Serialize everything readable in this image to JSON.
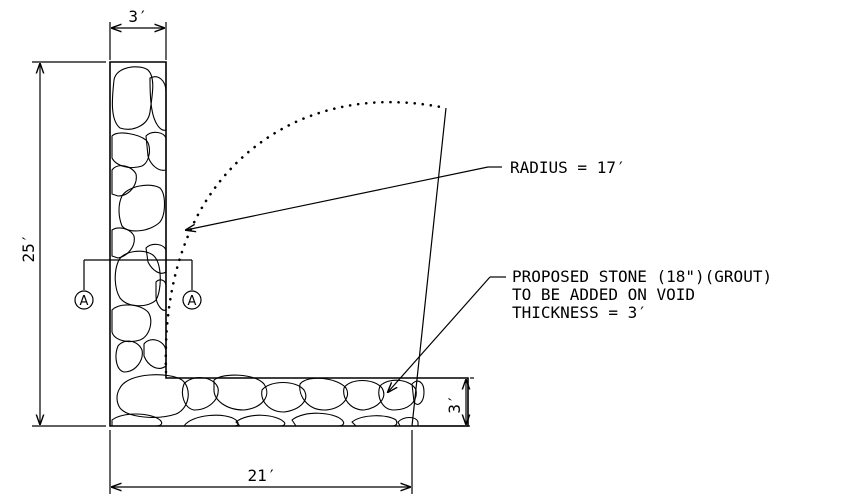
{
  "dimensions": {
    "wall_thickness": "3′",
    "height": "25′",
    "base_thickness": "3′",
    "width": "21′"
  },
  "annotations": {
    "radius": "RADIUS = 17′",
    "note_lines": [
      "PROPOSED STONE (18\")(GROUT)",
      "TO BE ADDED ON VOID",
      "THICKNESS = 3′"
    ]
  },
  "section_marks": {
    "left": "A",
    "right": "A"
  }
}
